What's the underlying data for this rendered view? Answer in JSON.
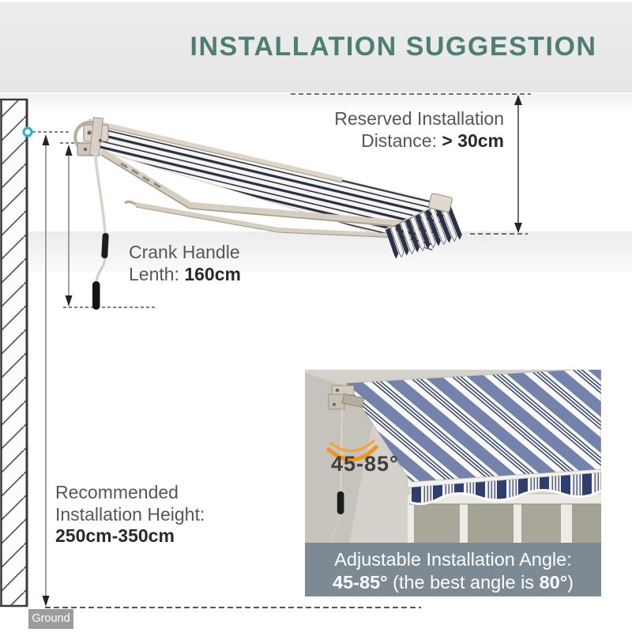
{
  "header": {
    "title": "INSTALLATION SUGGESTION"
  },
  "diagram": {
    "reserved_distance": {
      "line1": "Reserved Installation",
      "label": "Distance: ",
      "value": "> 30cm"
    },
    "crank_handle": {
      "line1": "Crank Handle",
      "label": "Lenth: ",
      "value": "160cm"
    },
    "recommended_height": {
      "line1": "Recommended",
      "line2": "Installation Height:",
      "value": "250cm-350cm"
    },
    "ground_label": "Ground"
  },
  "inset": {
    "angle_value": "45-85°",
    "caption_line1": "Adjustable Installation Angle:",
    "caption_bold1": "45-85°",
    "caption_mid": " (the best angle is ",
    "caption_bold2": "80°",
    "caption_end": ")"
  },
  "colors": {
    "accent_teal": "#4e7d75",
    "header_bg": "#e9e9e9",
    "caption_bar": "#7d8a93",
    "orange_accent": "#f49b25",
    "mount_dot_teal": "#2bb3d6",
    "fabric_stripe_navy": "#2a3044",
    "inset_awning_blue": "#7383ab",
    "inset_valance_navy": "#2e3f6e"
  }
}
